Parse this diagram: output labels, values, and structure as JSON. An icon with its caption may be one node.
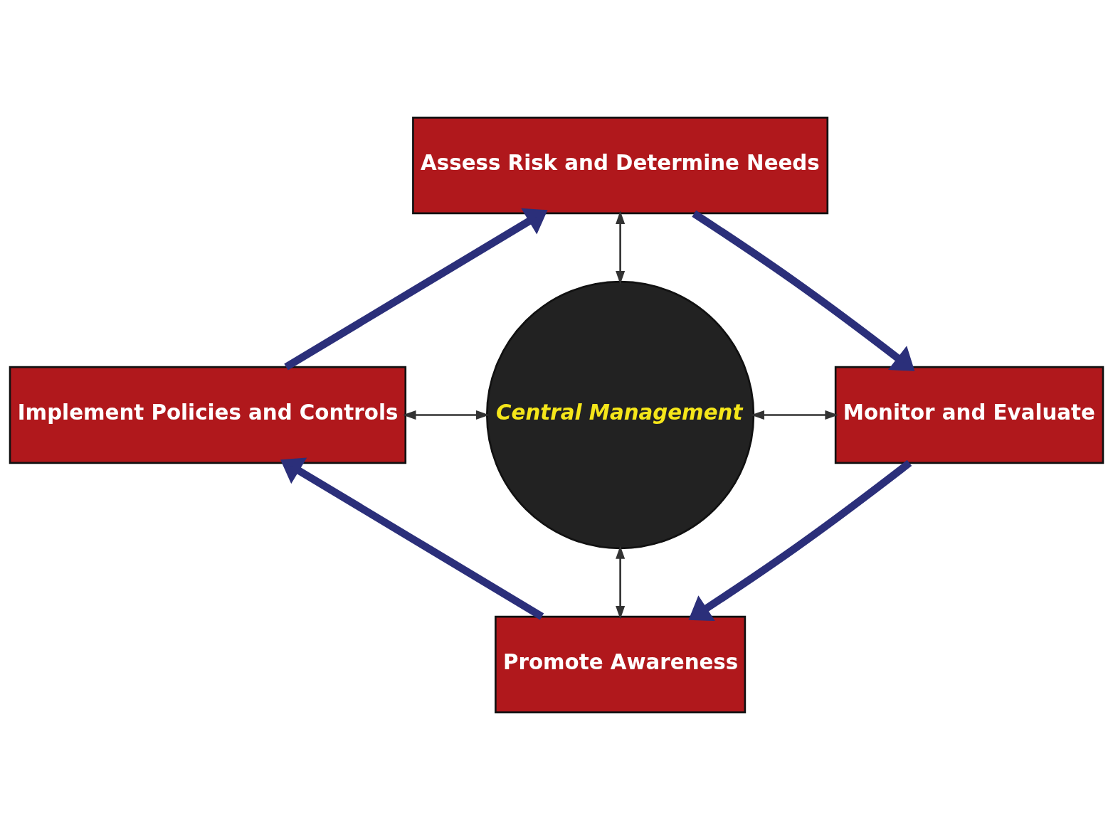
{
  "diagram": {
    "nodes": [
      {
        "text": [
          "Assess Risk and Determine Needs"
        ]
      },
      {
        "text": [
          "Implement Policies and Controls"
        ]
      },
      {
        "text": [
          "Central Management"
        ]
      },
      {
        "text": [
          "Monitor and Evaluate"
        ]
      },
      {
        "text": [
          "Promote Awareness"
        ]
      }
    ],
    "edges": [
      {
        "from": 0,
        "to": 2,
        "arrow": "both"
      },
      {
        "from": 1,
        "to": 2,
        "arrow": "both"
      },
      {
        "from": 2,
        "to": 3,
        "arrow": "both"
      },
      {
        "from": 2,
        "to": 4,
        "arrow": "both"
      },
      {
        "from": 0,
        "to": 3,
        "arrow": "to",
        "style": "thick",
        "color": "#2b2f7a"
      },
      {
        "from": 3,
        "to": 4,
        "arrow": "to",
        "style": "thick",
        "color": "#2b2f7a"
      },
      {
        "from": 4,
        "to": 1,
        "arrow": "to",
        "style": "thick",
        "color": "#2b2f7a"
      },
      {
        "from": 1,
        "to": 0,
        "arrow": "to",
        "style": "thick",
        "color": "#2b2f7a"
      }
    ]
  }
}
